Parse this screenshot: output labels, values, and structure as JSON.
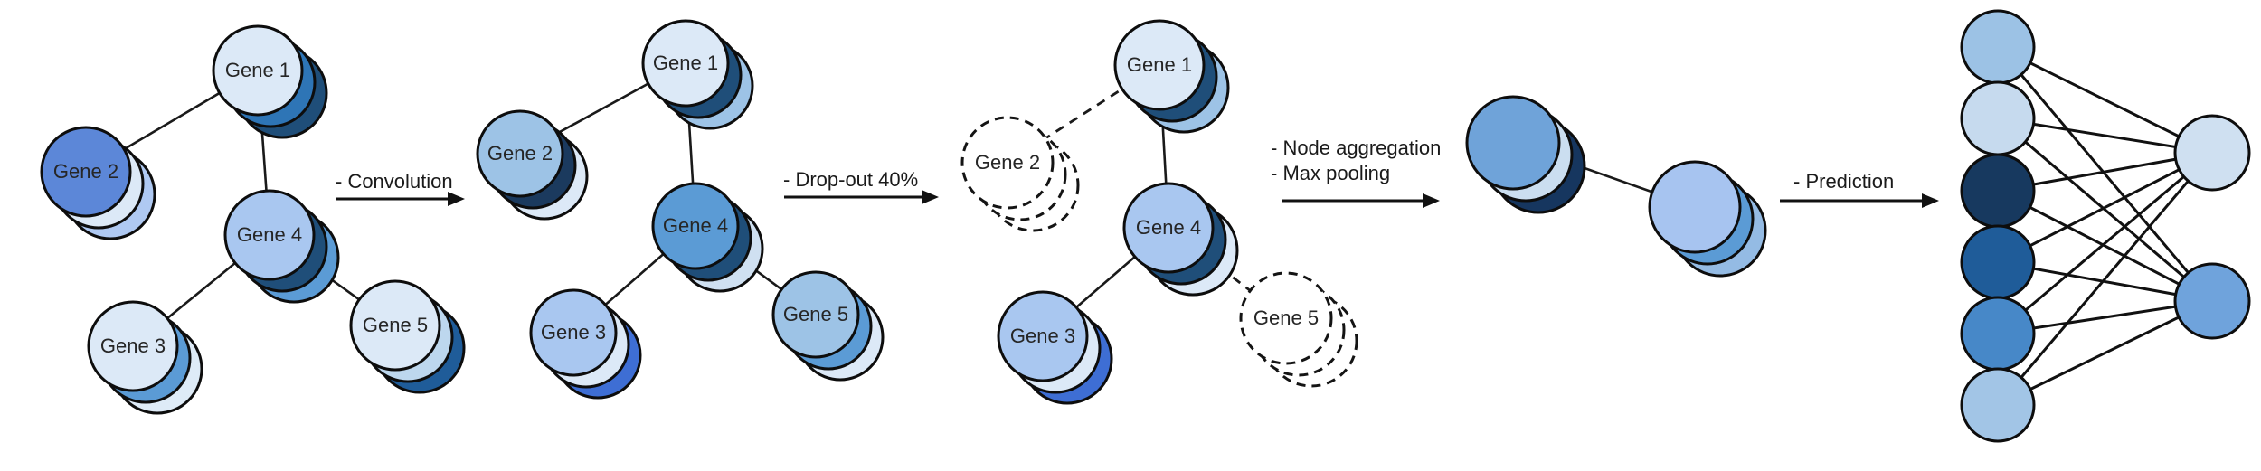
{
  "stage1": {
    "gene1": {
      "label": "Gene 1",
      "main": "#DCE9F7",
      "mid": "#2E75B6",
      "back": "#1F4E79"
    },
    "gene2": {
      "label": "Gene 2",
      "main": "#5C87D8",
      "mid": "#DCE9F7",
      "back": "#AFC9F2"
    },
    "gene3": {
      "label": "Gene 3",
      "main": "#DCE9F7",
      "mid": "#5B9BD5",
      "back": "#DEEBF7"
    },
    "gene4": {
      "label": "Gene 4",
      "main": "#A9C7F0",
      "mid": "#1F4E79",
      "back": "#5B9BD5"
    },
    "gene5": {
      "label": "Gene 5",
      "main": "#DCE9F7",
      "mid": "#BDD7EE",
      "back": "#1F5C99"
    }
  },
  "stage2": {
    "gene1": {
      "label": "Gene 1",
      "main": "#DCE9F7",
      "mid": "#1F4E79",
      "back": "#9DC3E6"
    },
    "gene2": {
      "label": "Gene 2",
      "main": "#9DC3E6",
      "mid": "#1B3A5E",
      "back": "#DCE9F7"
    },
    "gene3": {
      "label": "Gene 3",
      "main": "#A9C7F0",
      "mid": "#DCE9F7",
      "back": "#3E6ED4"
    },
    "gene4": {
      "label": "Gene 4",
      "main": "#5B9BD5",
      "mid": "#1F4E79",
      "back": "#CFE0F1"
    },
    "gene5": {
      "label": "Gene 5",
      "main": "#9DC3E6",
      "mid": "#5B9BD5",
      "back": "#DCE9F7"
    }
  },
  "stage3": {
    "gene1": {
      "label": "Gene 1",
      "main": "#DCE9F7",
      "mid": "#1F4E79",
      "back": "#9DC3E6"
    },
    "gene2": {
      "label": "Gene 2"
    },
    "gene3": {
      "label": "Gene 3",
      "main": "#A9C7F0",
      "mid": "#DCE9F7",
      "back": "#3E6ED4"
    },
    "gene4": {
      "label": "Gene 4",
      "main": "#A9C7F0",
      "mid": "#1F4E79",
      "back": "#DCE9F7"
    },
    "gene5": {
      "label": "Gene 5"
    }
  },
  "stage4": {
    "left": {
      "main": "#6FA3D9",
      "mid": "#CBDEF0",
      "back": "#16365F"
    },
    "right": {
      "main": "#A7C4F0",
      "mid": "#5B9BD5",
      "back": "#94BBE4"
    }
  },
  "steps": {
    "convolution": {
      "label": "- Convolution"
    },
    "dropout": {
      "label": "- Drop-out 40%"
    },
    "aggregation": {
      "label1": "- Node aggregation",
      "label2": "- Max pooling"
    },
    "prediction": {
      "label": "- Prediction"
    }
  },
  "nn": {
    "inputs": [
      "#9CC2E5",
      "#C6DAEE",
      "#17395F",
      "#1F5C99",
      "#4788C8",
      "#A2C5E6"
    ],
    "outputs": [
      "#CFE0F1",
      "#6FA3DC"
    ]
  }
}
